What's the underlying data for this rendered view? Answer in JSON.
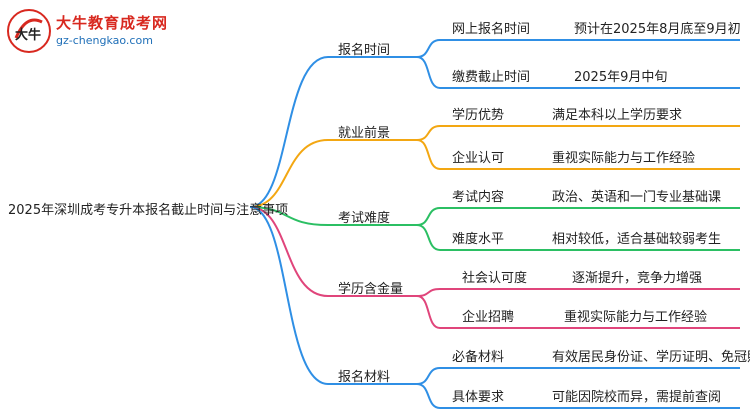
{
  "logo": {
    "title": "大牛教育成考网",
    "url": "gz-chengkao.com",
    "mark_text": "大牛"
  },
  "root": "2025年深圳成考专升本报名截止时间与注意事项",
  "branches": [
    {
      "label": "报名时间",
      "color": "#2f8fe5",
      "leaves": [
        {
          "key": "网上报名时间",
          "value": "预计在2025年8月底至9月初"
        },
        {
          "key": "缴费截止时间",
          "value": "2025年9月中旬"
        }
      ]
    },
    {
      "label": "就业前景",
      "color": "#f3a712",
      "leaves": [
        {
          "key": "学历优势",
          "value": "满足本科以上学历要求"
        },
        {
          "key": "企业认可",
          "value": "重视实际能力与工作经验"
        }
      ]
    },
    {
      "label": "考试难度",
      "color": "#2bbf63",
      "leaves": [
        {
          "key": "考试内容",
          "value": "政治、英语和一门专业基础课"
        },
        {
          "key": "难度水平",
          "value": "相对较低，适合基础较弱考生"
        }
      ]
    },
    {
      "label": "学历含金量",
      "color": "#e0457b",
      "leaves": [
        {
          "key": "社会认可度",
          "value": "逐渐提升，竞争力增强"
        },
        {
          "key": "企业招聘",
          "value": "重视实际能力与工作经验"
        }
      ]
    },
    {
      "label": "报名材料",
      "color": "#2f8fe5",
      "leaves": [
        {
          "key": "必备材料",
          "value": "有效居民身份证、学历证明、免冠照片"
        },
        {
          "key": "具体要求",
          "value": "可能因院校而异，需提前查阅"
        }
      ]
    }
  ]
}
